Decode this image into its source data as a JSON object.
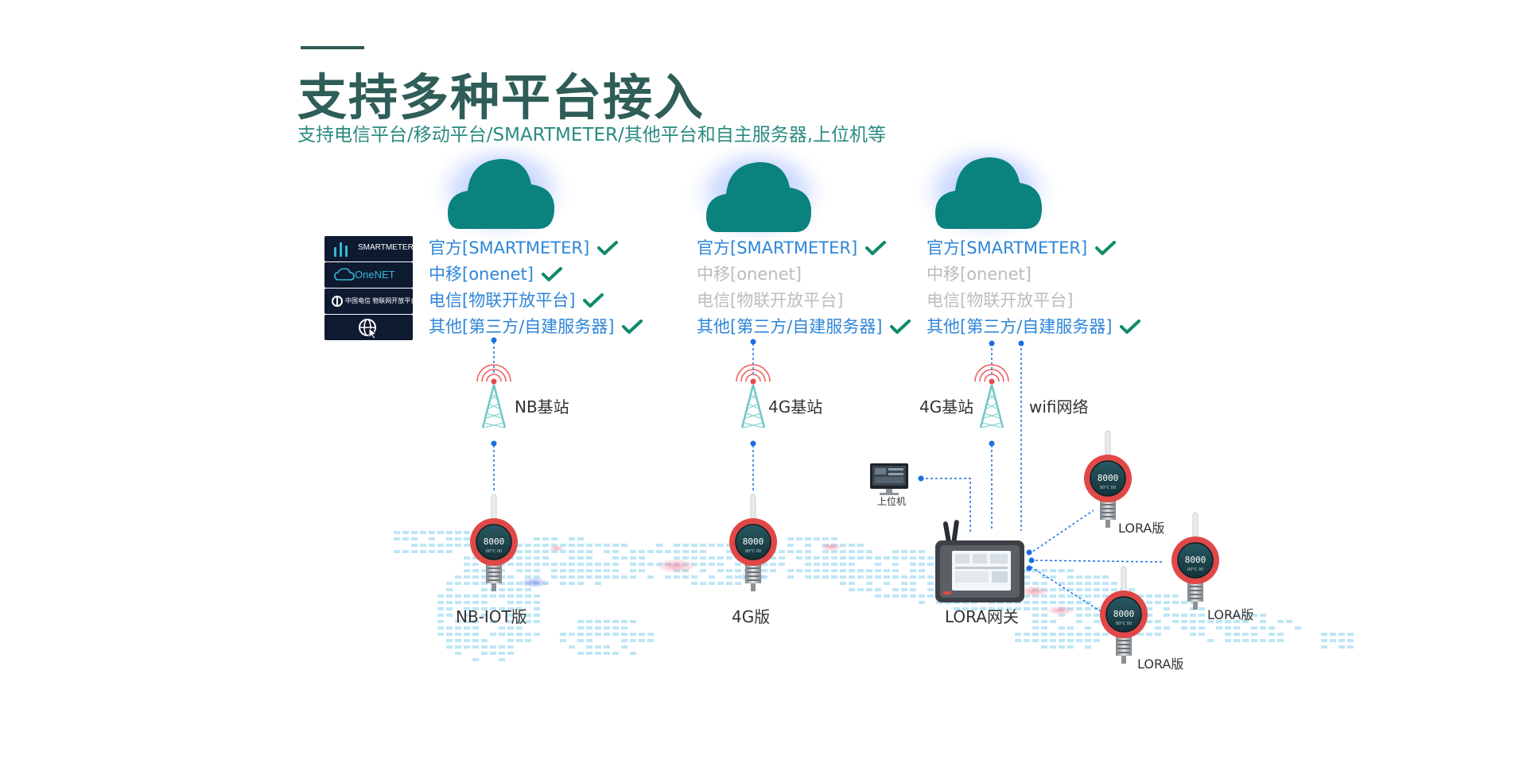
{
  "header": {
    "title": "支持多种平台接入",
    "subtitle": "支持电信平台/移动平台/SMARTMETER/其他平台和自主服务器,上位机等"
  },
  "colors": {
    "title": "#2f5d57",
    "subtitle": "#2a8a80",
    "cloud": "#0a827e",
    "cloud_glow": "#3c6fff",
    "platform_active": "#2f86d8",
    "platform_inactive": "#bcbcbc",
    "check": "#0f8a6a",
    "link": "#1a6fe0",
    "device_ring": "#e04848",
    "map_dot": "#bfe6f5"
  },
  "logos": [
    {
      "name": "smartmeter-logo",
      "text": "SMARTMETER"
    },
    {
      "name": "onenet-logo",
      "text": "OneNET"
    },
    {
      "name": "ctcc-logo",
      "text": "中国电信 物联网开放平台"
    },
    {
      "name": "globe-cursor-logo",
      "icon": "globe-cursor-icon"
    }
  ],
  "columns": [
    {
      "platforms": [
        {
          "label": "官方[SMARTMETER]",
          "supported": true
        },
        {
          "label": "中移[onenet]",
          "supported": true
        },
        {
          "label": "电信[物联开放平台]",
          "supported": true
        },
        {
          "label": "其他[第三方/自建服务器]",
          "supported": true
        }
      ],
      "station_label": "NB基站",
      "device_label": "NB-IOT版"
    },
    {
      "platforms": [
        {
          "label": "官方[SMARTMETER]",
          "supported": true
        },
        {
          "label": "中移[onenet]",
          "supported": false
        },
        {
          "label": "电信[物联开放平台]",
          "supported": false
        },
        {
          "label": "其他[第三方/自建服务器]",
          "supported": true
        }
      ],
      "station_label": "4G基站",
      "device_label": "4G版"
    },
    {
      "platforms": [
        {
          "label": "官方[SMARTMETER]",
          "supported": true
        },
        {
          "label": "中移[onenet]",
          "supported": false
        },
        {
          "label": "电信[物联开放平台]",
          "supported": false
        },
        {
          "label": "其他[第三方/自建服务器]",
          "supported": true
        }
      ],
      "station_label": "4G基站",
      "wifi_label": "wifi网络",
      "gateway_label": "LORA网关",
      "pc_label": "上位机",
      "lora_nodes": [
        {
          "label": "LORA版"
        },
        {
          "label": "LORA版"
        },
        {
          "label": "LORA版"
        }
      ]
    }
  ],
  "device_display": {
    "reading": "8000",
    "sub": "00°C 00"
  }
}
